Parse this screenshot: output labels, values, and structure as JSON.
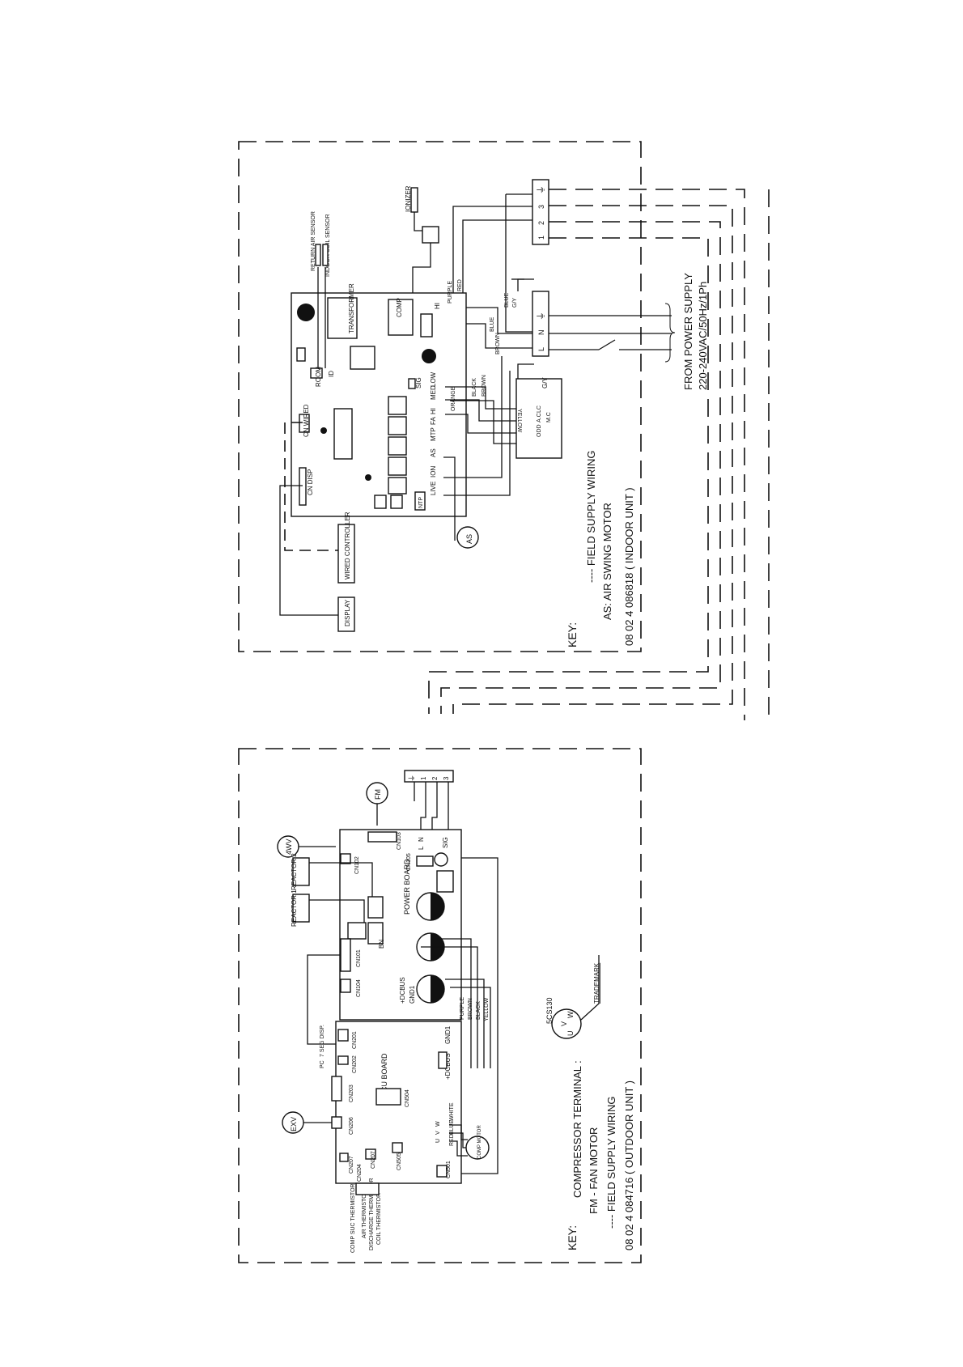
{
  "indoor": {
    "sensors": [
      "RETURN AIR SENSOR",
      "INDOOR COIL SENSOR"
    ],
    "ionizer": "IONIZER",
    "transformer": "TRANSFORMER",
    "comp": "COMP",
    "hi": "HI",
    "sig": "SIG",
    "room": "ROOM",
    "id": "ID",
    "cn_wired": "CN WIRED",
    "cn_disp": "CN DISP",
    "wired_controller": "WIRED CONTROLLER",
    "display": "DISPLAY",
    "ntp": "NTP",
    "relay_labels": [
      "LOW",
      "MED",
      "HI",
      "FA",
      "MTP",
      "AS",
      "ION",
      "LIVE"
    ],
    "wire_colors": [
      "PURPLE",
      "RED",
      "BLUE",
      "BROWN",
      "BLACK",
      "BROWN",
      "ORANGE",
      "YELLOW",
      "BLUE",
      "G/Y"
    ],
    "motor": [
      "G/Y",
      "ODD",
      "A.C",
      "LC",
      "M.C"
    ],
    "as": "AS",
    "terminals": [
      "1",
      "2",
      "3",
      "⏚"
    ],
    "power_terminals": [
      "L",
      "N",
      "⏚"
    ],
    "key": [
      "KEY:",
      "---- FIELD SUPPLY WIRING",
      "AS: AIR SWING MOTOR",
      "08 02 4 086818 ( INDOOR UNIT )"
    ]
  },
  "power_supply": [
    "FROM POWER SUPPLY",
    "220-240VAC/50Hz/1Ph"
  ],
  "outdoor": {
    "fm": "FM",
    "fwv": "4WV",
    "reactor1": "REACTOR 1",
    "reactor2": "REACTOR 2",
    "power_board": "POWER BOARD",
    "ipmcu_board": "IPMCU BOARD",
    "connectors": [
      "CN103",
      "CN102",
      "CN101",
      "CN104",
      "CN105",
      "CN201",
      "CN202",
      "CN203",
      "CN206",
      "CN207",
      "CN204",
      "CN207",
      "CN505",
      "CN504",
      "CN501"
    ],
    "labels": [
      "BN",
      "SIG",
      "+DCBUS",
      "GND1",
      "GND1",
      "+DCBUS",
      "7 SEG DISP.",
      "PC",
      "U",
      "V",
      "W"
    ],
    "wire_colors": [
      "PURPLE",
      "BROWN",
      "BLACK",
      "YELLOW",
      "WHITE",
      "BLUE",
      "RED"
    ],
    "comp_motor": "COMP MOTOR",
    "exv": "EXV",
    "thermistors": [
      "COMP SUC THERMISTOR",
      "AIR THERMISTOR",
      "DISCHARGE THERMISTOR",
      "COIL THERMISTOR"
    ],
    "terminals": [
      "⏚",
      "1",
      "2",
      "3",
      "N",
      "L"
    ],
    "compressor": "5CS130",
    "trademark": "TRADEMARK",
    "key": [
      "KEY:",
      "COMPRESSOR TERMINAL :",
      "FM - FAN MOTOR",
      "---- FIELD SUPPLY WIRING",
      "08 02 4 084716 ( OUTDOOR UNIT )"
    ]
  }
}
